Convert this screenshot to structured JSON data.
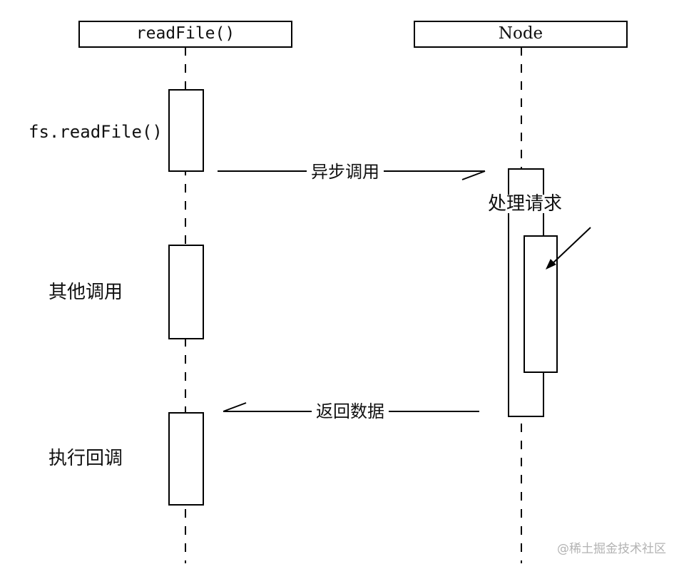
{
  "participants": {
    "left": "readFile()",
    "right": "Node"
  },
  "left_activations": {
    "first": "fs.readFile()",
    "second": "其他调用",
    "third": "执行回调"
  },
  "messages": {
    "request": "异步调用",
    "response": "返回数据"
  },
  "node_process": {
    "label": "处理请求"
  },
  "watermark": "@稀土掘金技术社区"
}
